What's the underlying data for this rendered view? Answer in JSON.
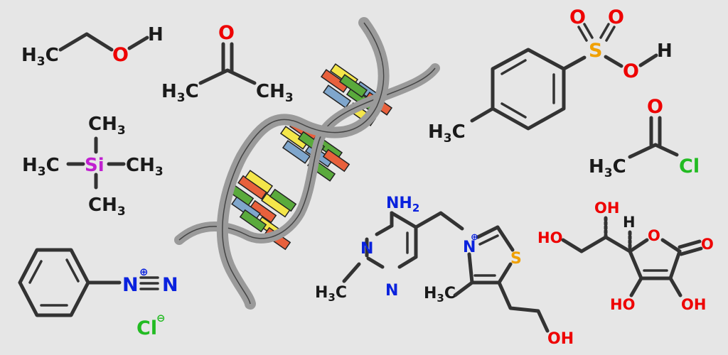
{
  "colors": {
    "background": "#e6e6e6",
    "bond": "#333333",
    "carbon_label": "#1a1a1a",
    "oxygen": "#ee0000",
    "nitrogen": "#0a22dd",
    "sulfur": "#f0a000",
    "silicon": "#c020d0",
    "chlorine": "#22bb22",
    "dna_backbone": "#9a9a9a",
    "base_red": "#e8603c",
    "base_yellow": "#f4e64a",
    "base_green": "#5aaa3c",
    "base_blue": "#7fa6cc"
  },
  "ethanol": {
    "h3c": "H",
    "c3": "3",
    "c": "C",
    "o": "O",
    "h": "H"
  },
  "acetone": {
    "o": "O",
    "left_h3c": "H",
    "left_3": "3",
    "left_c": "C",
    "right_ch": "CH",
    "right_3": "3"
  },
  "tms": {
    "top_ch": "CH",
    "top_3": "3",
    "left_h": "H",
    "left_3": "3",
    "left_c": "C",
    "si": "Si",
    "right_ch": "CH",
    "right_3": "3",
    "bottom_ch": "CH",
    "bottom_3": "3"
  },
  "diazonium": {
    "n1": "N",
    "plus": "⊕",
    "n2": "N",
    "cl": "Cl",
    "minus": "⊖"
  },
  "tosic_acid": {
    "o1": "O",
    "o2": "O",
    "s": "S",
    "o3": "O",
    "h": "H",
    "h3c_h": "H",
    "h3c_3": "3",
    "h3c_c": "C"
  },
  "acetyl_chloride": {
    "o": "O",
    "h": "H",
    "sub3": "3",
    "c": "C",
    "cl": "Cl"
  },
  "thiamine": {
    "nh": "NH",
    "nh_2": "2",
    "n_ring1": "N",
    "n_ring2": "N",
    "h3c_h": "H",
    "h3c_3": "3",
    "h3c_c": "C",
    "n_plus": "N",
    "plus": "⊕",
    "s": "S",
    "me_h": "H",
    "me_3": "3",
    "me_c": "C",
    "oh": "OH"
  },
  "ascorbic_acid": {
    "oh_top": "OH",
    "h": "H",
    "ho_left": "HO",
    "o_ring": "O",
    "o_keto": "O",
    "ho_bottom": "HO",
    "oh_bottom": "OH"
  }
}
